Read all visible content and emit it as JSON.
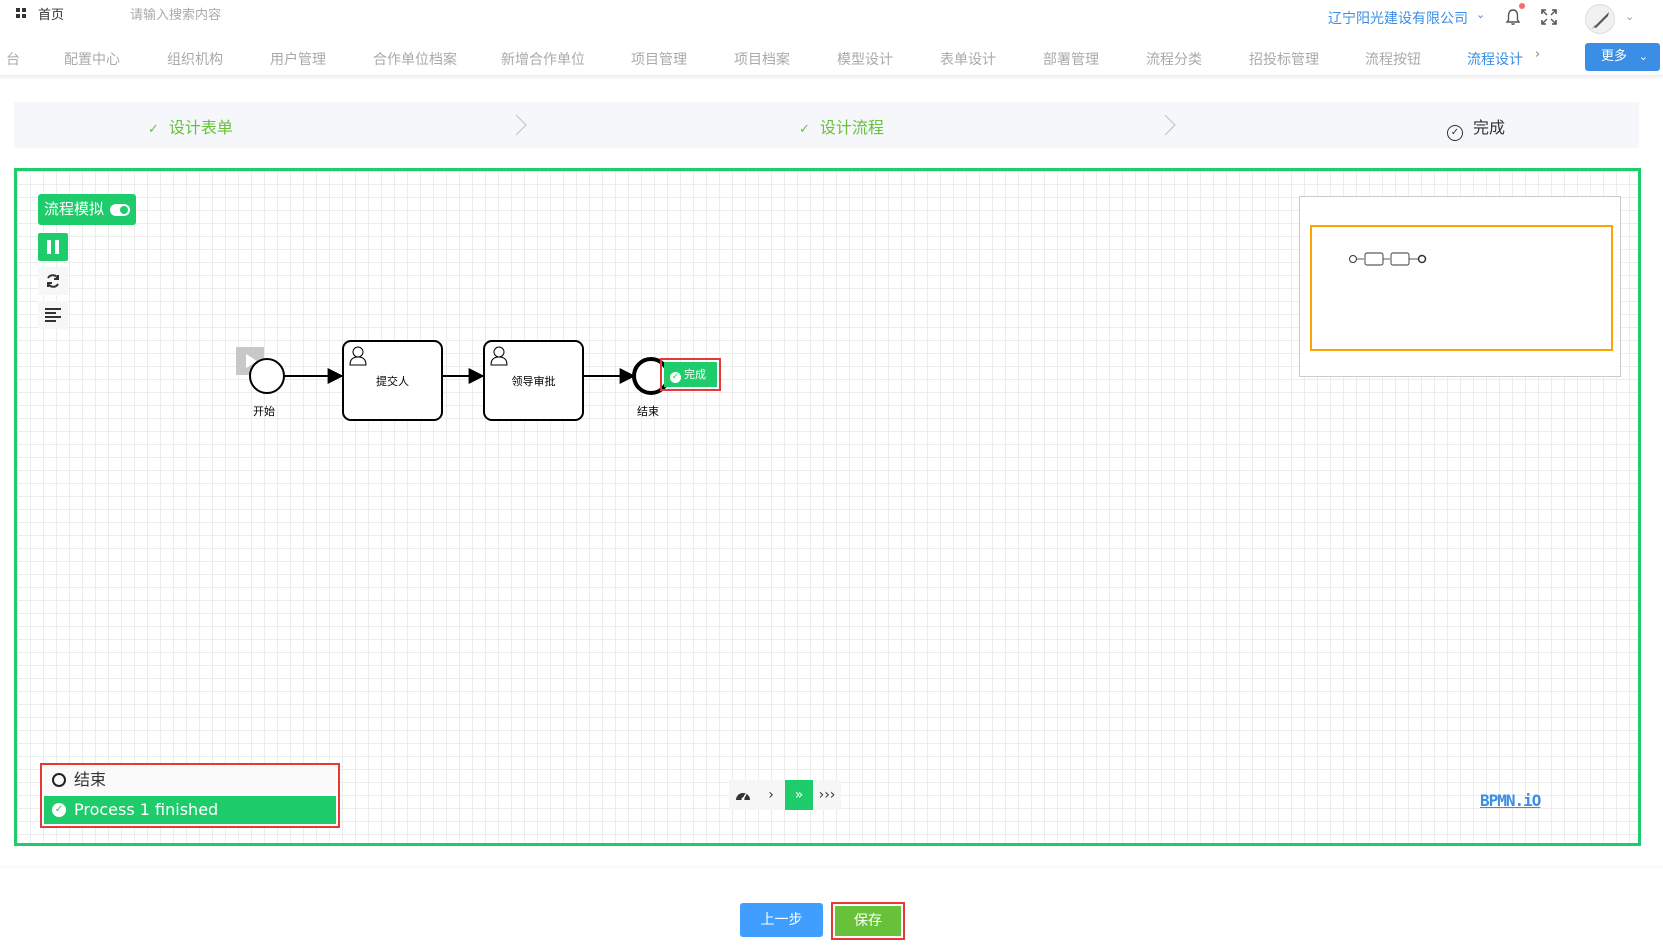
{
  "header": {
    "home": "首页",
    "search_placeholder": "请输入搜索内容",
    "company": "辽宁阳光建设有限公司"
  },
  "tabs": [
    {
      "label": "台"
    },
    {
      "label": "配置中心"
    },
    {
      "label": "组织机构"
    },
    {
      "label": "用户管理"
    },
    {
      "label": "合作单位档案"
    },
    {
      "label": "新增合作单位"
    },
    {
      "label": "项目管理"
    },
    {
      "label": "项目档案"
    },
    {
      "label": "模型设计"
    },
    {
      "label": "表单设计"
    },
    {
      "label": "部署管理"
    },
    {
      "label": "流程分类"
    },
    {
      "label": "招投标管理"
    },
    {
      "label": "流程按钮"
    },
    {
      "label": "流程设计",
      "active": true
    }
  ],
  "more_label": "更多",
  "steps": [
    {
      "label": "设计表单",
      "status": "done"
    },
    {
      "label": "设计流程",
      "status": "done"
    },
    {
      "label": "完成",
      "status": "current"
    }
  ],
  "simulator": {
    "toggle_label": "流程模拟",
    "done_badge": "完成",
    "log": [
      {
        "text": "结束"
      },
      {
        "text": "Process 1 finished"
      }
    ]
  },
  "diagram": {
    "start_label": "开始",
    "task1_label": "提交人",
    "task2_label": "领导审批",
    "end_label": "结束"
  },
  "bpmn_logo": "BPMN.iO",
  "footer": {
    "prev_label": "上一步",
    "save_label": "保存"
  },
  "colors": {
    "accent_green": "#1ecc6b",
    "primary_blue": "#409eff",
    "success_green": "#67c23a",
    "highlight_red": "#e53935",
    "minimap_orange": "#ffa500"
  }
}
